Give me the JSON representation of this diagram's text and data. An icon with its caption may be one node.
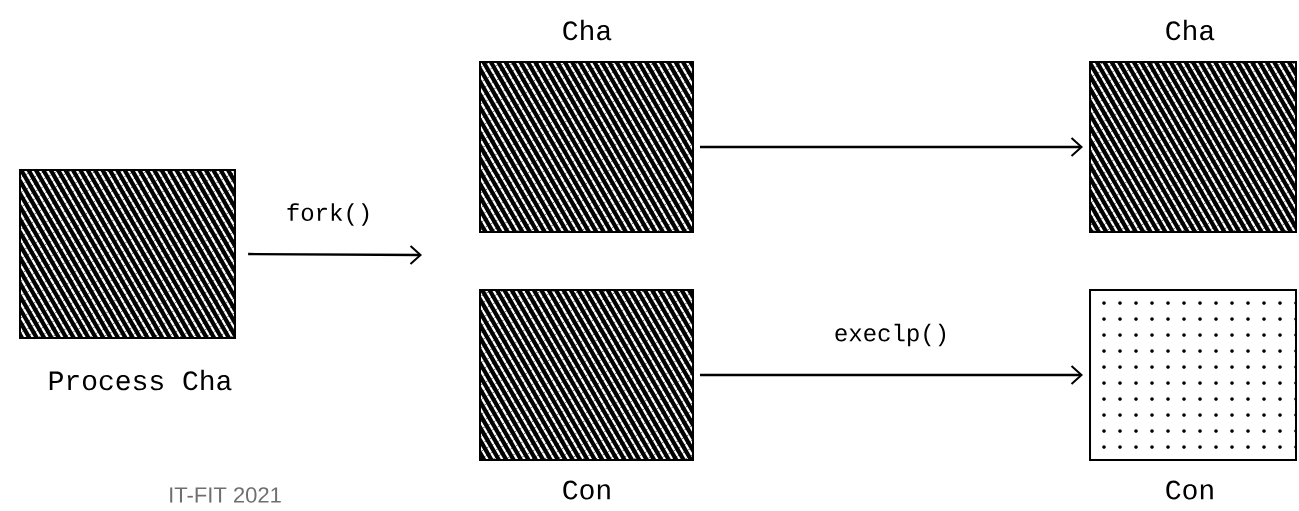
{
  "diagram": {
    "nodes": [
      {
        "text": [
          "Process Cha"
        ]
      },
      {
        "text": [
          "Cha"
        ]
      },
      {
        "text": [
          "Con"
        ]
      },
      {
        "text": [
          "Cha"
        ]
      },
      {
        "text": [
          "Con"
        ]
      }
    ],
    "edges": [
      {
        "from": 0,
        "to": null,
        "arrow": "to",
        "label": "fork()"
      },
      {
        "from": 1,
        "to": 3,
        "arrow": "to"
      },
      {
        "from": 2,
        "to": 4,
        "arrow": "to",
        "label": "execlp()"
      }
    ],
    "labels": [
      "IT-FIT 2021"
    ]
  }
}
